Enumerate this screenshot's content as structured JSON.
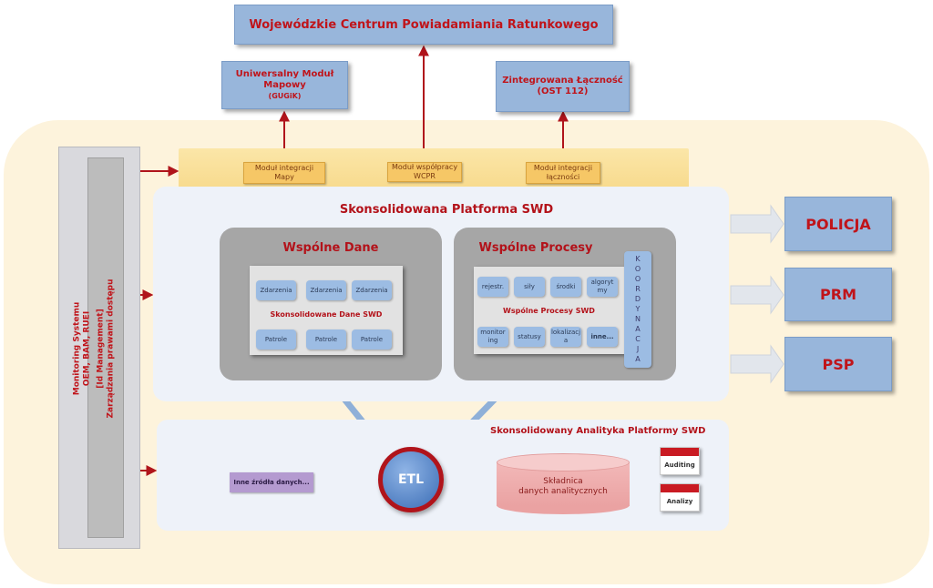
{
  "top": {
    "wcpr": "Wojewódzkie Centrum Powiadamiania Ratunkowego",
    "map_module": [
      "Uniwersalny Moduł",
      "Mapowy",
      "(GUGiK)"
    ],
    "connectivity": [
      "Zintegrowana Łączność",
      "(OST 112)"
    ]
  },
  "integration": {
    "map": [
      "Moduł integracji",
      "Mapy"
    ],
    "wcpr": [
      "Moduł współpracy",
      "WCPR"
    ],
    "comm": [
      "Moduł integracji",
      "łączności"
    ]
  },
  "platform": {
    "title": "Skonsolidowana Platforma SWD",
    "shared_data": {
      "title": "Wspólne Dane",
      "row1": [
        "Zdarzenia",
        "Zdarzenia",
        "Zdarzenia"
      ],
      "label": "Skonsolidowane Dane SWD",
      "row2": [
        "Patrole",
        "Patrole",
        "Patrole"
      ]
    },
    "shared_processes": {
      "title": "Wspólne Procesy",
      "row1": [
        [
          "rejestr."
        ],
        [
          "siły"
        ],
        [
          "środki"
        ],
        [
          "algoryt",
          "my"
        ]
      ],
      "label": "Wspólne Procesy SWD",
      "row2": [
        [
          "monitor",
          "ing"
        ],
        [
          "statusy"
        ],
        [
          "lokalizacj",
          "a"
        ],
        [
          "inne..."
        ]
      ],
      "coordination": [
        "K",
        "O",
        "O",
        "R",
        "D",
        "Y",
        "N",
        "A",
        "C",
        "J",
        "A"
      ]
    }
  },
  "services": [
    "POLICJA",
    "PRM",
    "PSP"
  ],
  "left": {
    "monitoring": [
      "Monitoring Systemu",
      "OEM, BAM, RUEI"
    ],
    "idm": [
      "[Id Management]",
      "Zarządzania prawami dostępu"
    ]
  },
  "analytics": {
    "title": "Skonsolidowany Analityka Platformy SWD",
    "other_sources": "Inne źródła danych...",
    "etl": "ETL",
    "storage": [
      "Składnica",
      "danych analitycznych"
    ],
    "auditing": "Auditing",
    "reports": "Analizy"
  },
  "colors": {
    "accent_red": "#c0141a",
    "box_blue": "#98b6db",
    "arrow_blue": "#8fb0d8",
    "background_cream": "#fdf3dc"
  }
}
